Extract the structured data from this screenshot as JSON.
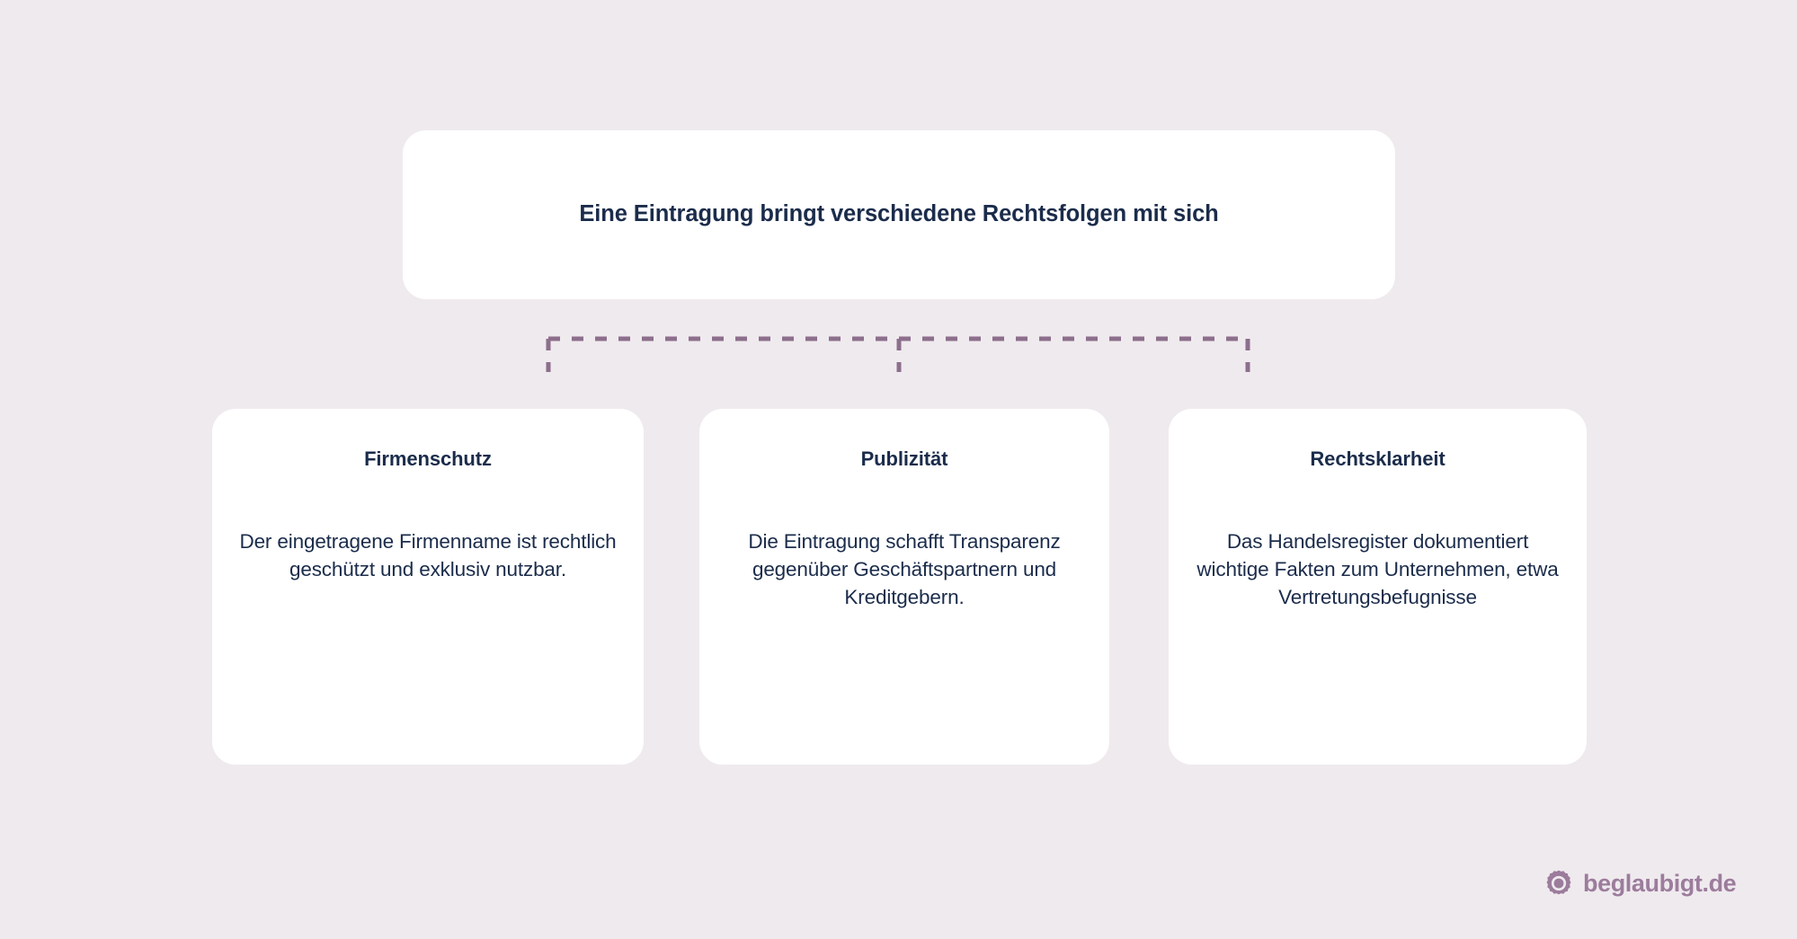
{
  "theme": {
    "background": "#efeaee",
    "card_background": "#ffffff",
    "text_dark": "#1b2c4b",
    "connector": "#8c6f8c",
    "brand": "#9c7c9c"
  },
  "root": {
    "title": "Eine Eintragung bringt verschiedene Rechtsfolgen mit sich"
  },
  "connector": {
    "style": "dashed",
    "color": "#8c6f8c",
    "shape": "bracket-three-branch"
  },
  "cards": [
    {
      "title": "Firmenschutz",
      "body": "Der eingetragene Firmenname ist rechtlich geschützt und exklusiv nutzbar."
    },
    {
      "title": "Publizität",
      "body": "Die Eintragung schafft Transparenz gegenüber Geschäftspartnern und Kreditgebern."
    },
    {
      "title": "Rechtsklarheit",
      "body": "Das Handelsregister dokumentiert wichtige Fakten zum Unternehmen, etwa Vertretungsbefugnisse"
    }
  ],
  "brand": {
    "name": "beglaubigt.de",
    "icon": "seal-gear-icon"
  }
}
